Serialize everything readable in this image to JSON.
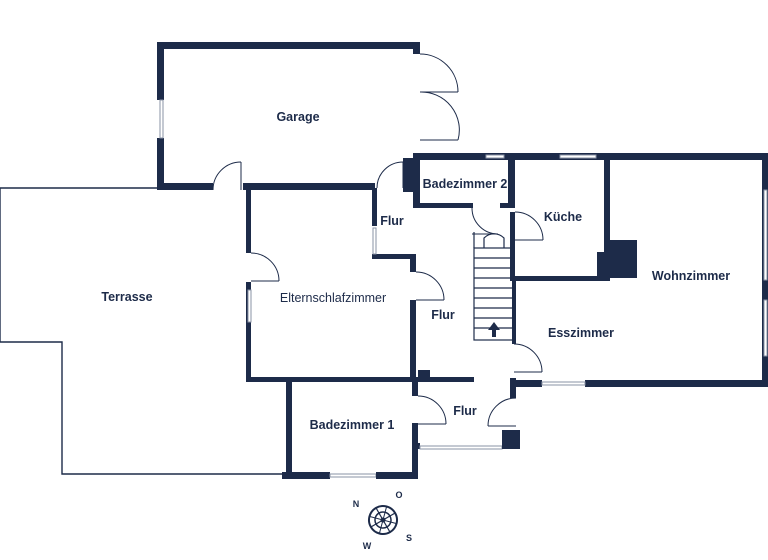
{
  "colors": {
    "wall": "#1d2b49",
    "background": "#ffffff"
  },
  "rooms": {
    "garage": "Garage",
    "terrasse": "Terrasse",
    "badezimmer_2": "Badezimmer 2",
    "flur_upper": "Flur",
    "kueche": "Küche",
    "elternschlafzimmer": "Elternschlafzimmer",
    "flur_center": "Flur",
    "wohnzimmer": "Wohnzimmer",
    "esszimmer": "Esszimmer",
    "badezimmer_1": "Badezimmer 1",
    "flur_lower": "Flur"
  },
  "compass": {
    "n": "N",
    "o": "O",
    "s": "S",
    "w": "W"
  },
  "icons": {
    "compass": "compass-rose-icon",
    "stair_arrow": "arrow-up-icon"
  }
}
